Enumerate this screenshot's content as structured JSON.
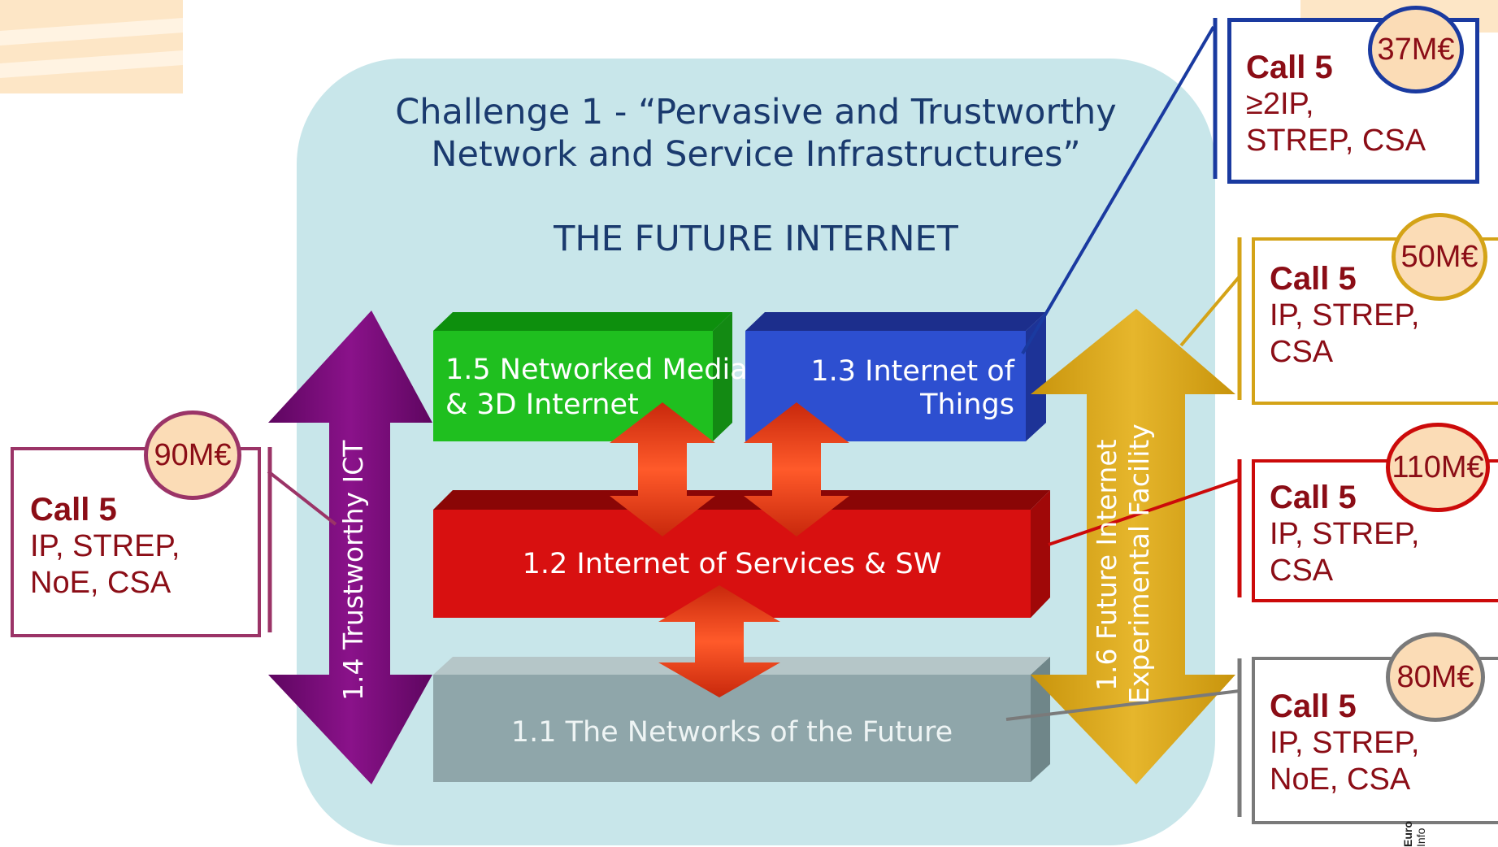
{
  "diagram": {
    "title_line1": "Challenge 1 - “Pervasive and Trustworthy",
    "title_line2": "Network and Service Infrastructures”",
    "subtitle": "THE FUTURE INTERNET",
    "blocks": {
      "networked_media_line1": "1.5 Networked Media",
      "networked_media_line2": "& 3D Internet",
      "internet_of_things_line1": "1.3 Internet of",
      "internet_of_things_line2": "Things",
      "internet_of_services": "1.2 Internet of Services & SW",
      "networks_of_future": "1.1 The Networks of the Future",
      "trustworthy_ict": "1.4 Trustworthy ICT",
      "fire_line1": "1.6 Future Internet",
      "fire_line2": "Experimental Facility"
    },
    "colors": {
      "panel": "#c8e6ea",
      "green": "#1fbf1f",
      "blue": "#2d4fd0",
      "red": "#d81010",
      "grey": "#8fa6aa",
      "purple": "#7a0a78",
      "gold": "#d7a719",
      "orange_arrow": "#e8401a"
    }
  },
  "callouts": [
    {
      "id": "1.4",
      "call": "Call 5",
      "types_line1": "IP, STREP,",
      "types_line2": "NoE, CSA",
      "budget": "90M€",
      "color": "#9b3467"
    },
    {
      "id": "1.3",
      "call": "Call 5",
      "types_line1": "≥2IP,",
      "types_line2": "STREP, CSA",
      "budget": "37M€",
      "color": "#1a3aa0"
    },
    {
      "id": "1.6",
      "call": "Call 5",
      "types_line1": "IP, STREP,",
      "types_line2": "CSA",
      "budget": "50M€",
      "color": "#d4a317"
    },
    {
      "id": "1.2",
      "call": "Call 5",
      "types_line1": "IP, STREP,",
      "types_line2": "CSA",
      "budget": "110M€",
      "color": "#cc0a0a"
    },
    {
      "id": "1.1",
      "call": "Call 5",
      "types_line1": "IP, STREP,",
      "types_line2": "NoE, CSA",
      "budget": "80M€",
      "color": "#7a7a7a"
    }
  ],
  "footer": {
    "logo_line1": "Euro",
    "logo_line2": "Info"
  }
}
